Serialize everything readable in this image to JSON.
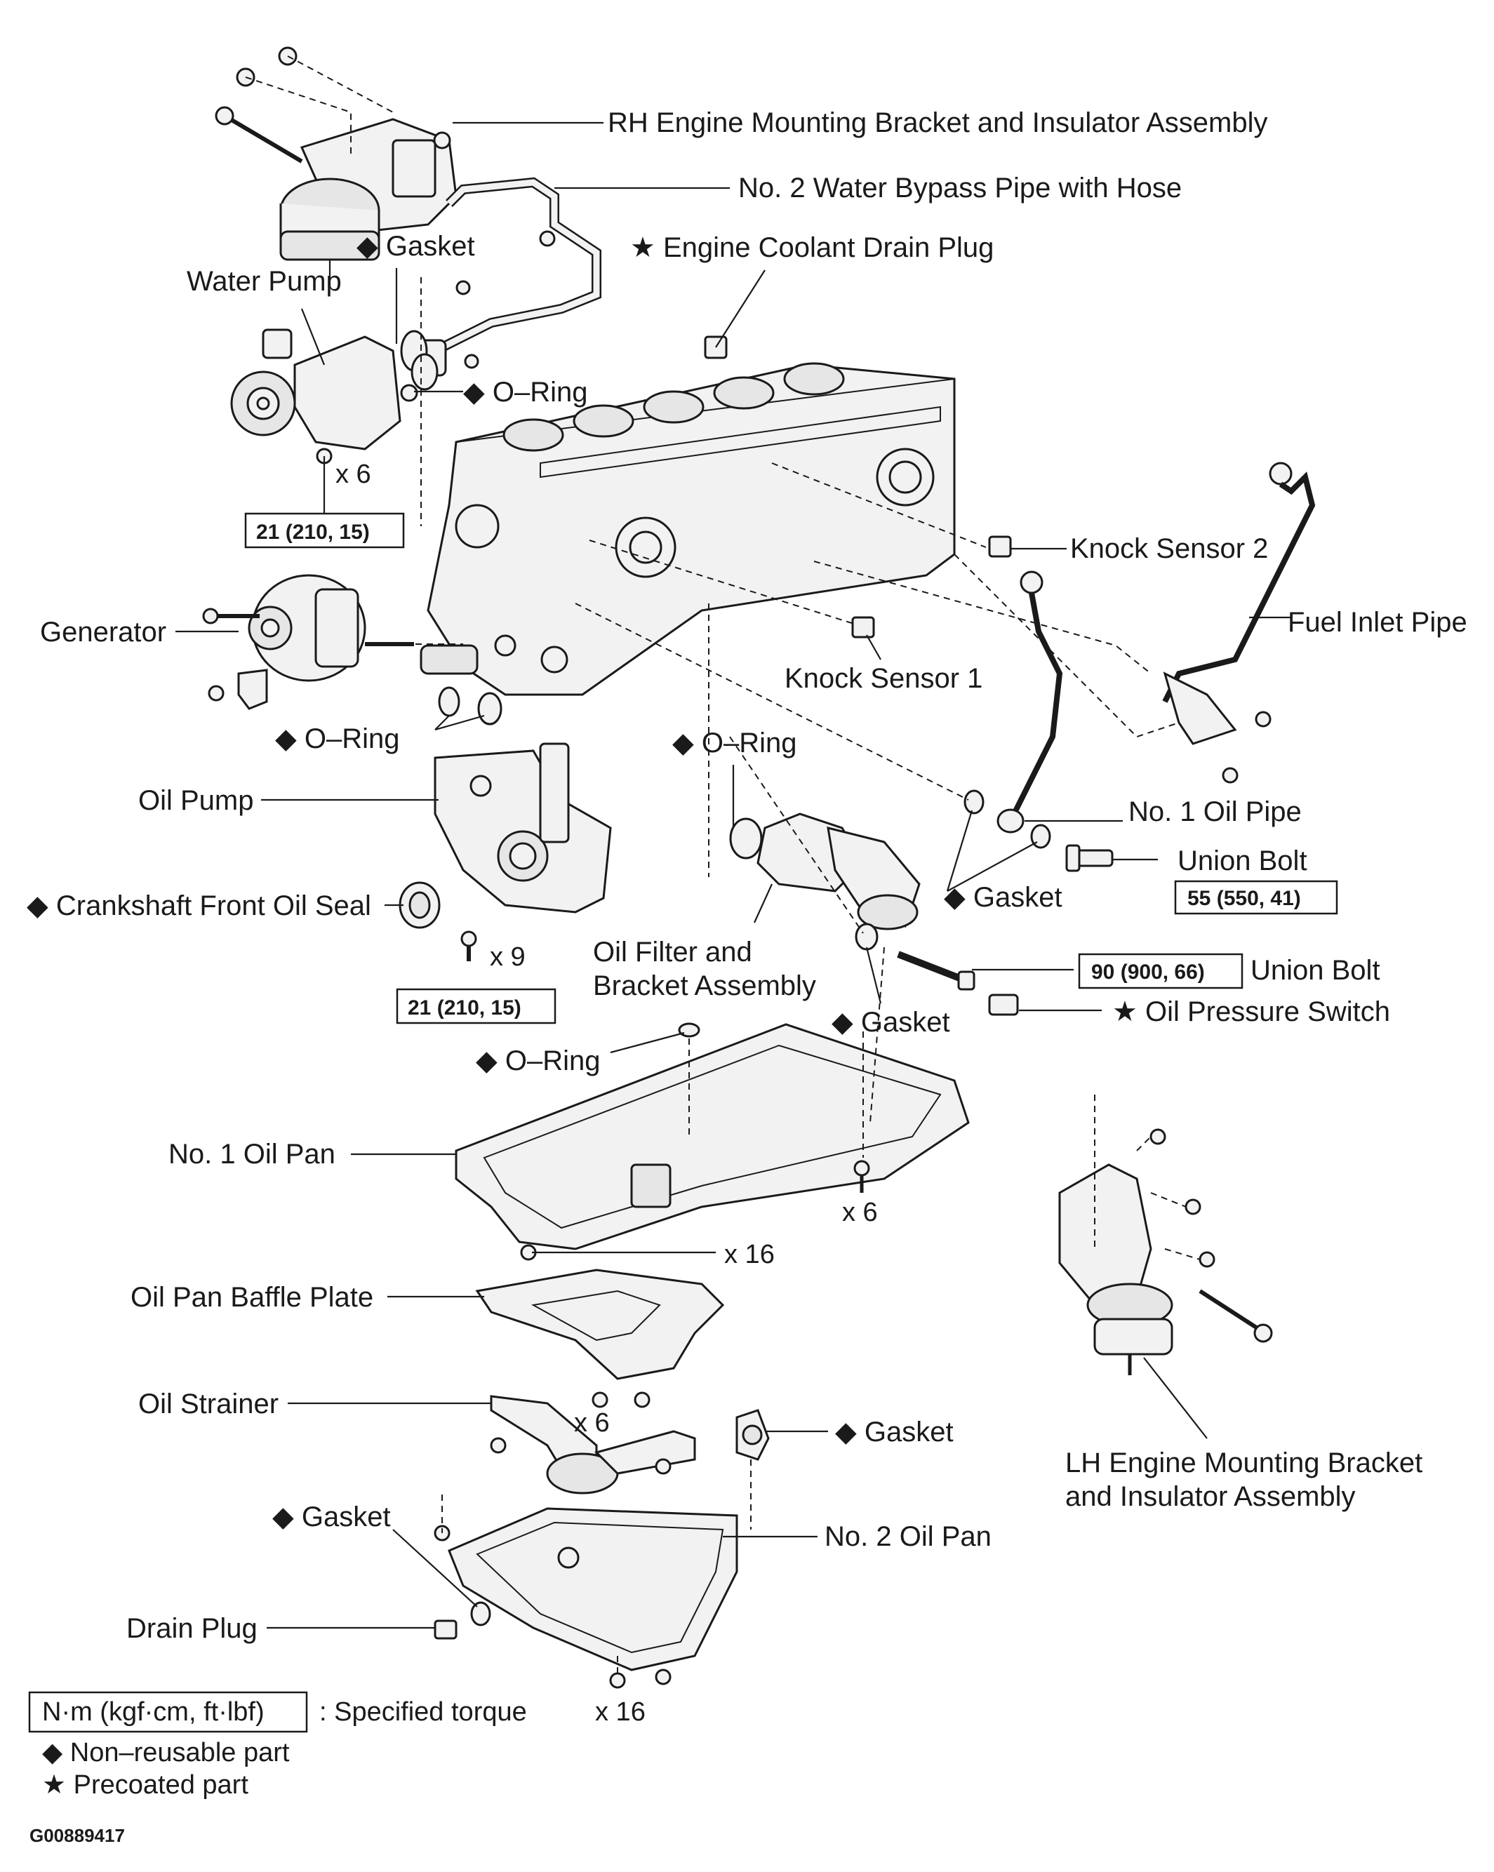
{
  "labels": {
    "rh_mount": "RH Engine Mounting Bracket and Insulator Assembly",
    "water_bypass": "No. 2 Water Bypass Pipe with Hose",
    "gasket_top": "◆ Gasket",
    "coolant_plug": "★ Engine Coolant Drain Plug",
    "water_pump": "Water Pump",
    "oring_top": "◆ O–Ring",
    "knock_sensor_2": "Knock Sensor 2",
    "generator": "Generator",
    "fuel_inlet": "Fuel Inlet Pipe",
    "knock_sensor_1": "Knock Sensor 1",
    "oring_left": "◆ O–Ring",
    "oring_mid": "◆ O–Ring",
    "oil_pump": "Oil Pump",
    "no1_oil_pipe": "No. 1 Oil Pipe",
    "union_bolt_1": "Union Bolt",
    "gasket_union": "◆ Gasket",
    "crank_seal": "◆ Crankshaft Front Oil Seal",
    "oil_filter_l1": "Oil Filter and",
    "oil_filter_l2": "Bracket Assembly",
    "union_bolt_2": "Union Bolt",
    "gasket_filter": "◆ Gasket",
    "oil_pressure": "★ Oil Pressure Switch",
    "oring_pan": "◆ O–Ring",
    "no1_oil_pan": "No. 1 Oil Pan",
    "baffle": "Oil Pan Baffle Plate",
    "strainer": "Oil Strainer",
    "gasket_strainer": "◆ Gasket",
    "lh_mount_l1": "LH Engine Mounting Bracket",
    "lh_mount_l2": "and Insulator Assembly",
    "gasket_pan2": "◆ Gasket",
    "no2_oil_pan": "No. 2 Oil Pan",
    "drain_plug": "Drain Plug"
  },
  "torques": {
    "water_pump": "21 (210, 15)",
    "oil_pump": "21 (210, 15)",
    "union_bolt_1": "55 (550, 41)",
    "union_bolt_2": "90 (900, 66)"
  },
  "counts": {
    "water_pump": "x 6",
    "oil_pump": "x 9",
    "pan1_right": "x 6",
    "pan1_bottom": "x 16",
    "baffle": "x 6",
    "pan2": "x 16"
  },
  "legend": {
    "torque_unit": "N·m (kgf·cm, ft·lbf)",
    "torque_desc": ": Specified torque",
    "nonreusable": "◆ Non–reusable part",
    "precoated": "★ Precoated part"
  },
  "figure_code": "G00889417"
}
